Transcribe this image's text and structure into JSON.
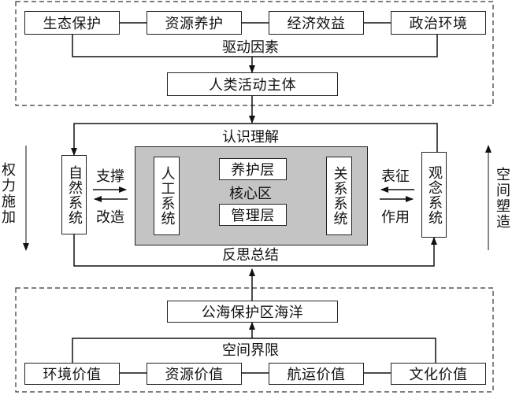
{
  "top_group": {
    "values": [
      "生态保护",
      "资源养护",
      "经济效益",
      "政治环境"
    ],
    "merge_label": "驱动因素",
    "subject": "人类活动主体"
  },
  "middle": {
    "top_label": "认识理解",
    "bottom_label": "反思总结",
    "natural_system": "自然系统",
    "artificial_system": "人工系统",
    "relation_system": "关系系统",
    "concept_system": "观念系统",
    "upkeep_layer": "养护层",
    "management_layer": "管理层",
    "core_label": "核心区",
    "support_label": "支撑",
    "transform_label": "改造",
    "represent_label": "表征",
    "act_label": "作用",
    "power_label": "权力施加",
    "space_label": "空间塑造"
  },
  "bottom_group": {
    "ocean": "公海保护区海洋",
    "split_label": "空间界限",
    "values": [
      "环境价值",
      "资源价值",
      "航运价值",
      "文化价值"
    ]
  }
}
